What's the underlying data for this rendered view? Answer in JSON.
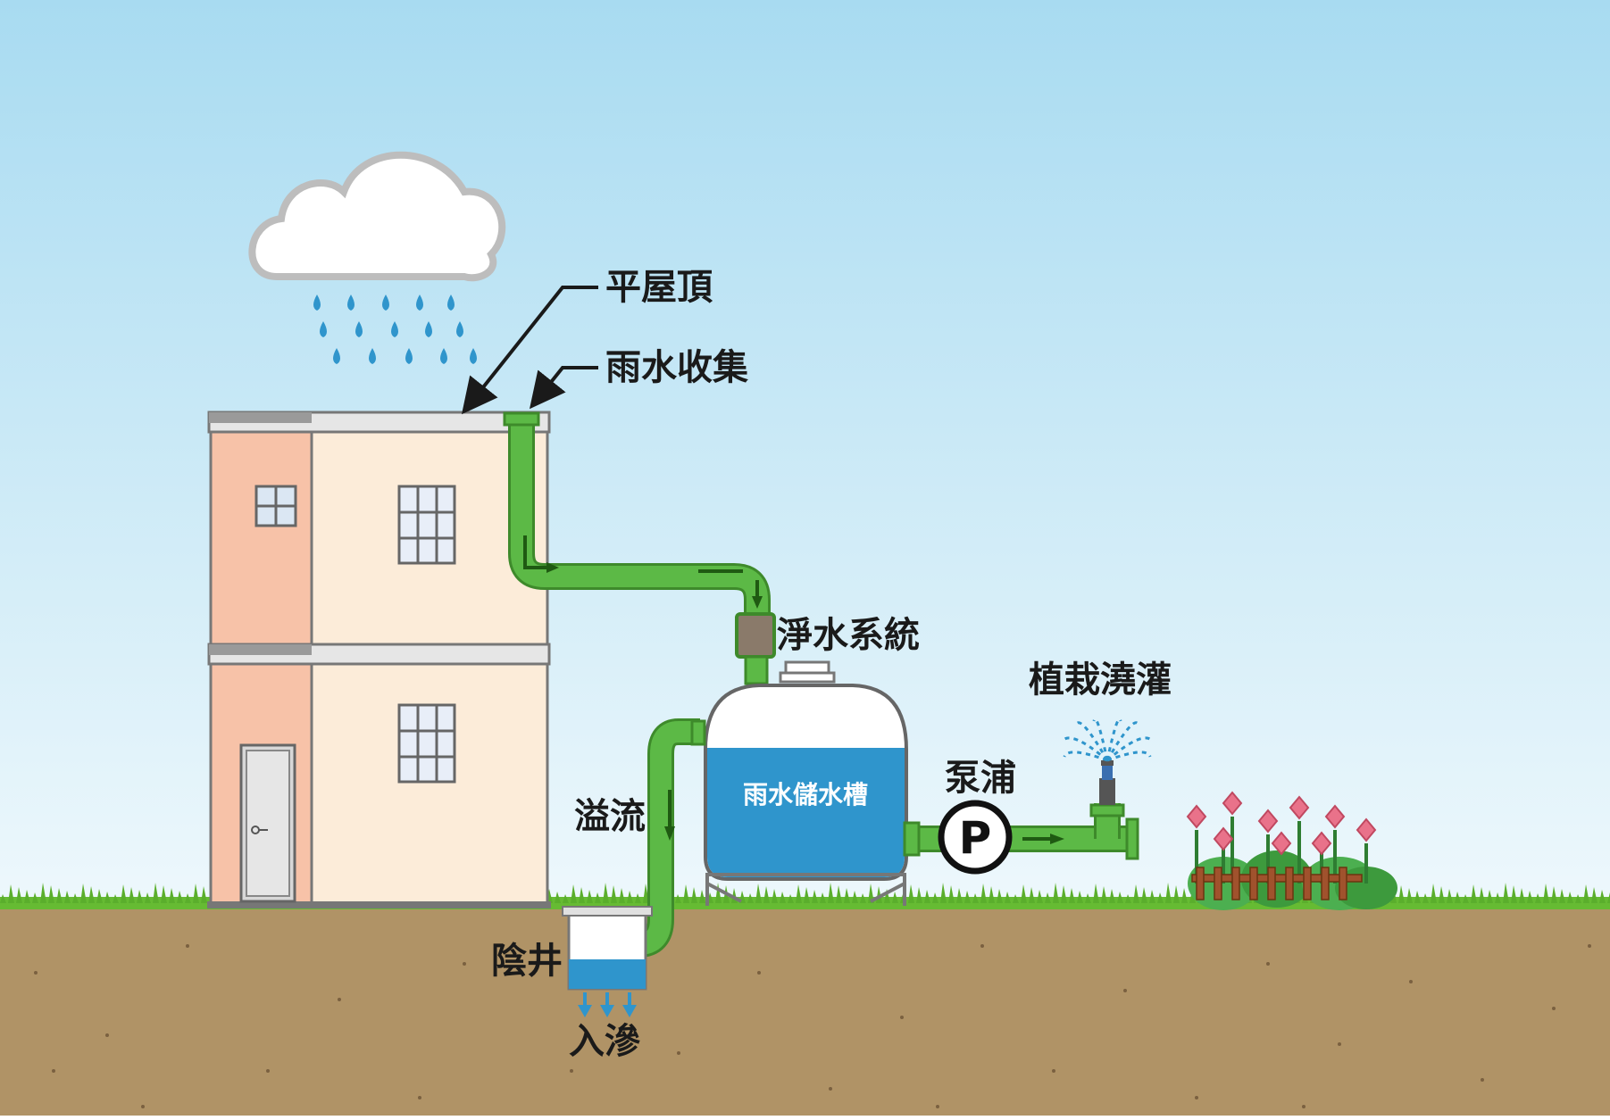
{
  "labels": {
    "flat_roof": "平屋頂",
    "rain_collection": "雨水收集",
    "filter_system": "淨水系統",
    "irrigation": "植栽澆灌",
    "pump": "泵浦",
    "pump_symbol": "P",
    "tank": "雨水儲水槽",
    "overflow": "溢流",
    "soakaway": "陰井",
    "infiltration": "入滲"
  },
  "colors": {
    "sky_top": "#a8dbf1",
    "sky_bottom": "#eef8fc",
    "soil": "#b09366",
    "grass": "#66bb33",
    "pipe": "#5cb946",
    "pipe_outline": "#3e8a2b",
    "tank_water": "#2f95cc",
    "wall_pink": "#f7c2a8",
    "wall_cream": "#fcecd9",
    "filter": "#8a7a6a"
  }
}
